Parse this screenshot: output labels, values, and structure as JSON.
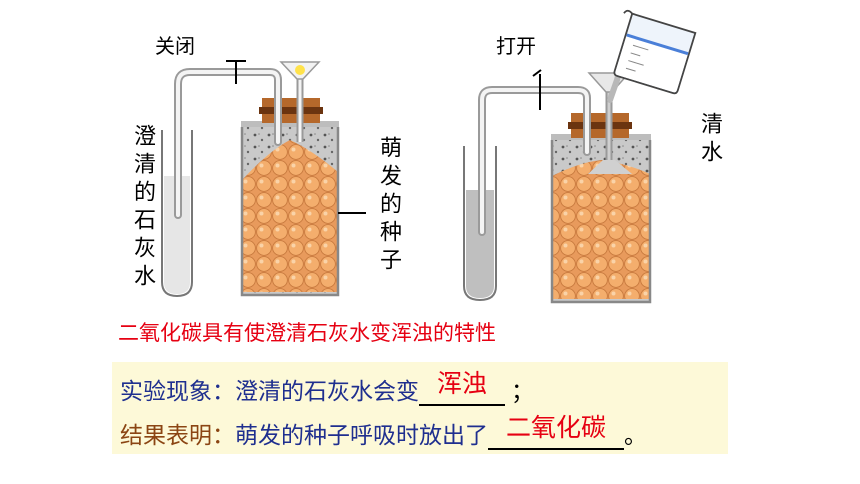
{
  "labels": {
    "closed": "关闭",
    "open": "打开",
    "limewater": "澄清的石灰水",
    "seeds": "萌发的种子",
    "water": "清水"
  },
  "fact": "二氧化碳具有使澄清石灰水变浑浊的特性",
  "q1": {
    "prefix": "实验现象：",
    "text": "澄清的石灰水会变",
    "answer": "浑浊",
    "suffix": "；"
  },
  "q2": {
    "prefix": "结果表明：",
    "text": "萌发的种子呼吸时放出了",
    "answer": "二氧化碳",
    "suffix": "。"
  },
  "colors": {
    "accent_red": "#e60012",
    "heading_blue": "#1f2f8f",
    "heading_brown": "#8b4513",
    "answer_bg": "#fdf9d8",
    "seed": "#f4ae6d"
  }
}
